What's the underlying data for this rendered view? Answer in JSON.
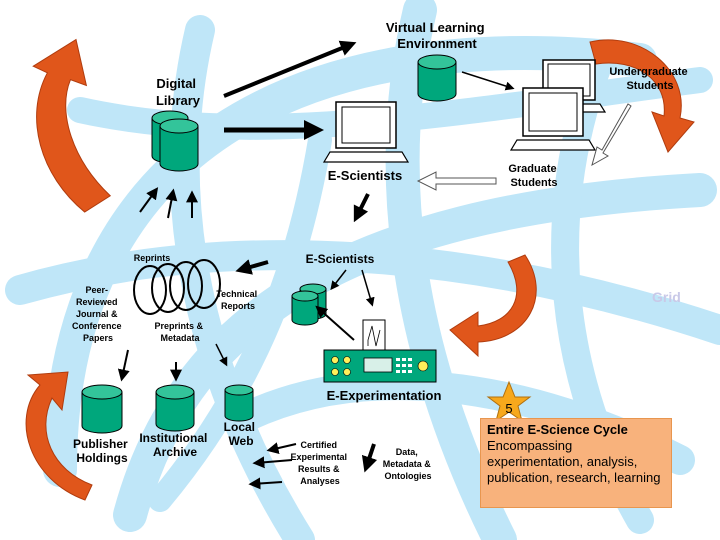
{
  "nodes": {
    "virtual_learning_environment": [
      "Virtual Learning",
      "Environment"
    ],
    "undergraduate_students": [
      "Undergraduate",
      "Students"
    ],
    "digital_library": [
      "Digital",
      "Library"
    ],
    "graduate_students": [
      "Graduate",
      "Students"
    ],
    "e_scientists_top": "E-Scientists",
    "e_scientists_mid": "E-Scientists",
    "reprints": "Reprints",
    "peer_reviewed": [
      "Peer-",
      "Reviewed",
      "Journal &",
      "Conference",
      "Papers"
    ],
    "technical_reports": [
      "Technical",
      "Reports"
    ],
    "preprints_metadata": [
      "Preprints &",
      "Metadata"
    ],
    "grid": "Grid",
    "e_experimentation": "E-Experimentation",
    "local_web": [
      "Local",
      "Web"
    ],
    "publisher_holdings": [
      "Publisher",
      "Holdings"
    ],
    "institutional_archive": [
      "Institutional",
      "Archive"
    ],
    "certified_results": [
      "Certified",
      "Experimental",
      "Results &",
      "Analyses"
    ],
    "data_metadata": [
      "Data,",
      "Metadata &",
      "Ontologies"
    ]
  },
  "badge": "5",
  "info_box": {
    "title": "Entire E-Science Cycle",
    "description": "Encompassing experimentation, analysis, publication, research, learning"
  },
  "colors": {
    "cylinder": "#00a77c",
    "cylinder_top": "#33c49a",
    "grid_background": "#bfe6f8",
    "cycle_arrow": "#e0561b",
    "info_box": "#f8b27c",
    "instrument": "#00a77c",
    "grid_label": "#c9c9e8"
  }
}
